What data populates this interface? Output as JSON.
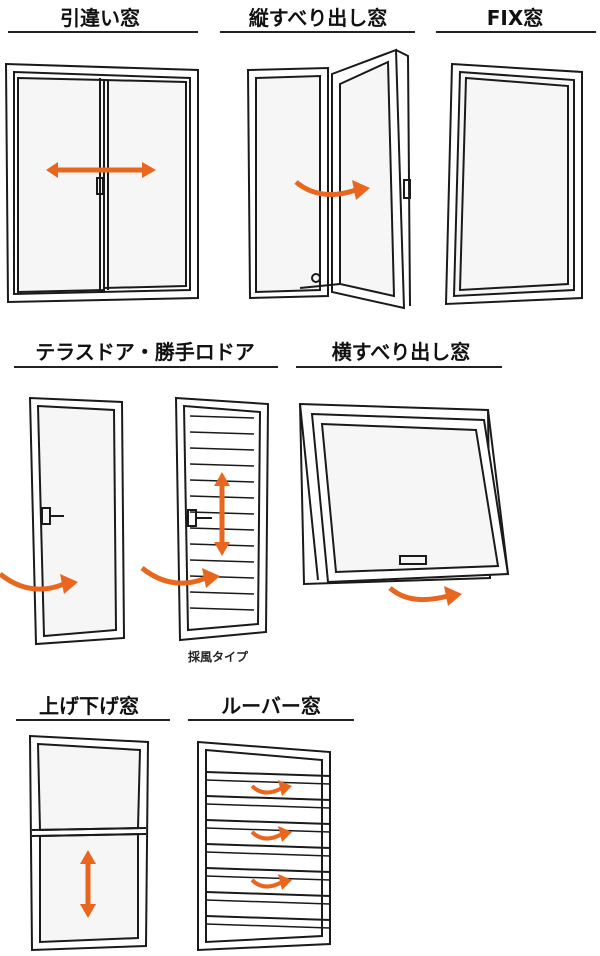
{
  "titles": {
    "sliding": "引違い窓",
    "casement": "縦すべり出し窓",
    "fix": "FIX窓",
    "door": "テラスドア・勝手ロドア",
    "awning": "横すべり出し窓",
    "double_hung": "上げ下げ窓",
    "louver": "ルーバー窓"
  },
  "captions": {
    "ventilation_type": "採風タイプ"
  },
  "colors": {
    "accent": "#E8661E",
    "line": "#1a1a1a",
    "glass": "#f4f4f4"
  },
  "icons": [
    "slide-arrow-icon",
    "swing-arrow-icon",
    "updown-arrow-icon",
    "handle-icon"
  ]
}
